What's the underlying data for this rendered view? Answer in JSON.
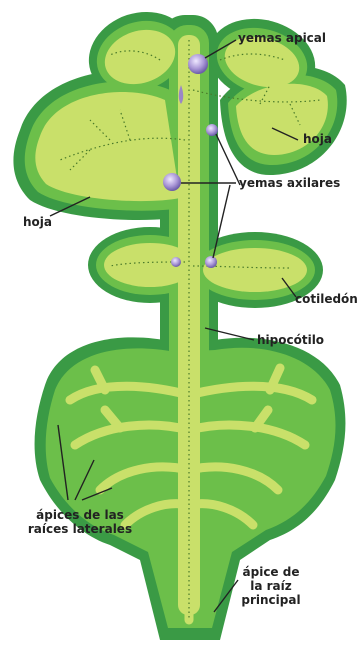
{
  "labels": {
    "apical_bud": "yemas apical",
    "leaf_right": "hoja",
    "axillary_buds": "yemas axilares",
    "leaf_left": "hoja",
    "cotyledon": "cotiledón",
    "hypocotyl": "hipocótilo",
    "lateral_root_tips_line1": "ápices de las",
    "lateral_root_tips_line2": "raíces laterales",
    "main_root_tip_line1": "ápice de",
    "main_root_tip_line2": "la raíz",
    "main_root_tip_line3": "principal"
  },
  "colors": {
    "outer_shell": "#3a9a45",
    "mid_shell": "#6cbf4a",
    "inner_fill": "#c9e06a",
    "core": "#e2ec8a",
    "bud": "#9a86c7",
    "line": "#222222"
  }
}
